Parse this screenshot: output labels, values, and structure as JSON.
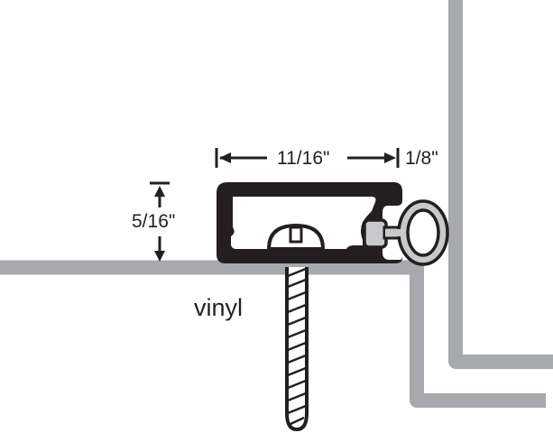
{
  "diagram": {
    "type": "cross-section",
    "subject": "door bottom sweep / threshold with screw and bulb seal",
    "dimensions": {
      "width": "11/16\"",
      "seal_width": "1/8\"",
      "height": "5/16\""
    },
    "labels": {
      "material": "vinyl"
    },
    "colors": {
      "profile": "#231f20",
      "structure_gray": "#a7a9ac",
      "seal_fill": "#c8c9cb",
      "background": "#ffffff"
    }
  }
}
